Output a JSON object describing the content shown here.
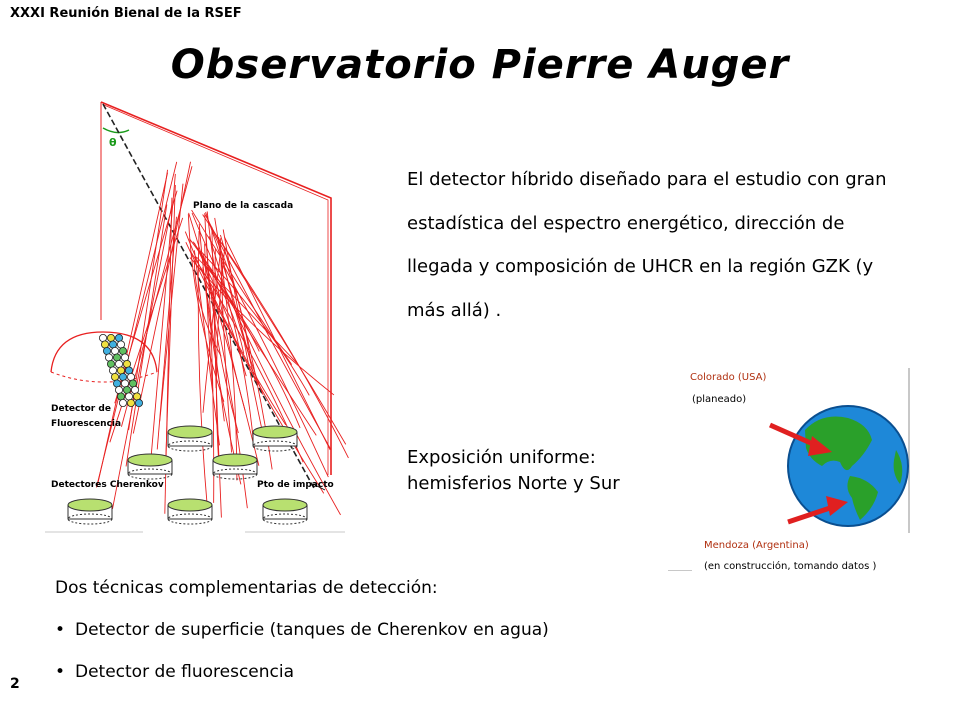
{
  "header": {
    "event": "XXXI Reunión Bienal de la RSEF",
    "page_number": "2"
  },
  "title": "Observatorio Pierre Auger",
  "diagram": {
    "angle_symbol": "θ",
    "shower_plane_label": "Plano de la cascada",
    "fluorescence_label_1": "Detector de",
    "fluorescence_label_2": "Fluorescencia",
    "cherenkov_label": "Detectores Cherenkov",
    "impact_label": "Pto de impacto"
  },
  "description": "El detector híbrido diseñado para el estudio con gran estadística del espectro energético, dirección de llegada y composición de UHCR en la región GZK (y más allá) .",
  "exposure": {
    "line1": "Exposición uniforme:",
    "line2": "hemisferios Norte y Sur"
  },
  "globe": {
    "north_site": "Colorado (USA)",
    "north_status": "(planeado)",
    "south_site": "Mendoza (Argentina)",
    "south_status": "(en construcción, tomando datos )",
    "colors": {
      "ocean": "#1e88d8",
      "land": "#2aa02a",
      "arrow": "#e02020"
    }
  },
  "techniques": {
    "intro": "Dos técnicas complementarias de detección:",
    "items": [
      "Detector de superficie (tanques de Cherenkov en agua)",
      "Detector de fluorescencia"
    ]
  }
}
